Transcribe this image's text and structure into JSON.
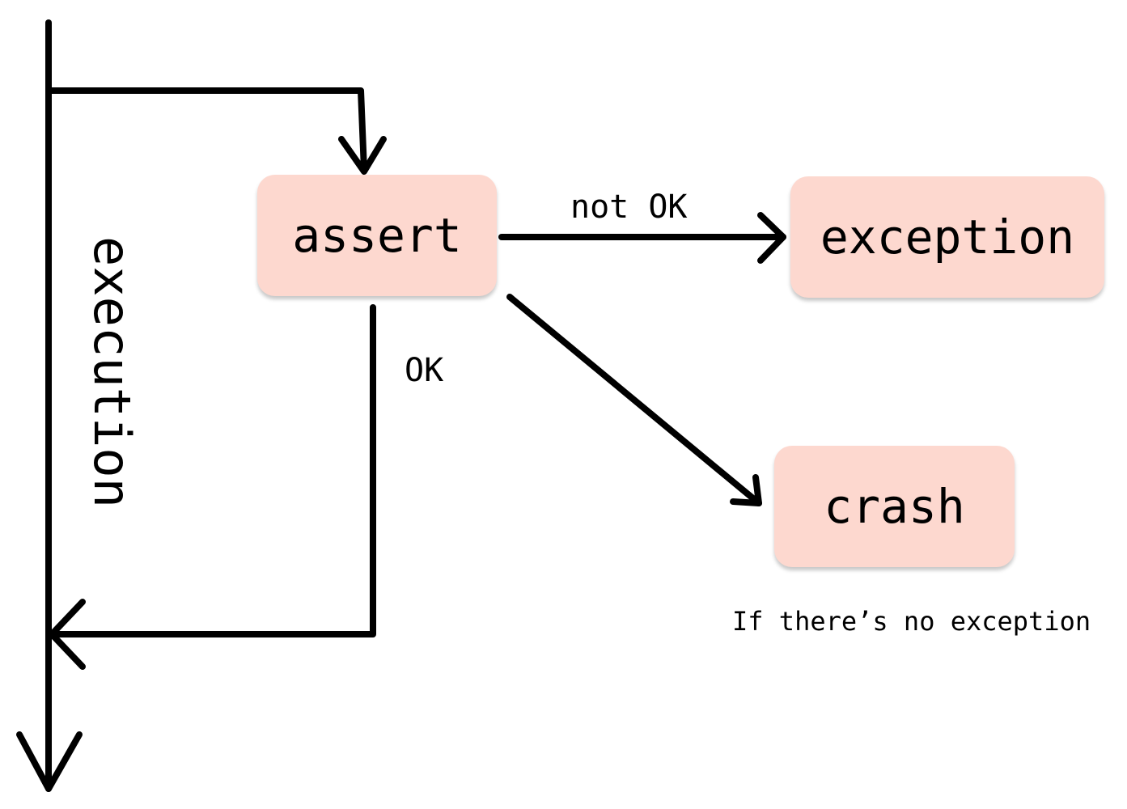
{
  "diagram": {
    "axis_label": "execution",
    "nodes": {
      "assert": "assert",
      "exception": "exception",
      "crash": "crash"
    },
    "edge_labels": {
      "not_ok": "not OK",
      "ok": "OK"
    },
    "note": "If there’s no exception"
  },
  "colors": {
    "node_fill": "#fdd8cf",
    "stroke": "#000000",
    "background": "#ffffff"
  }
}
